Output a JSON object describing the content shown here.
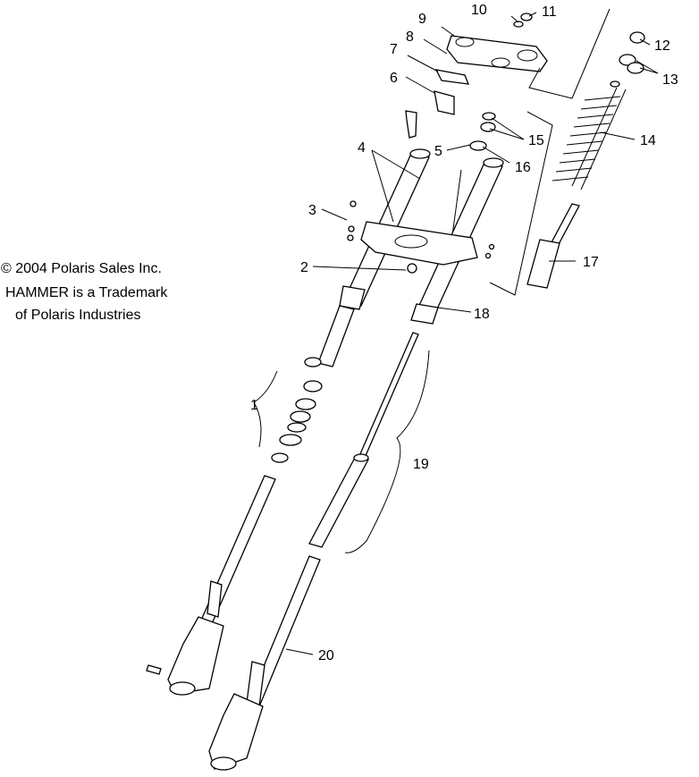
{
  "notice": {
    "line1": "© 2004 Polaris Sales Inc.",
    "line2": "HAMMER is a Trademark",
    "line3": "of Polaris Industries"
  },
  "callouts": [
    "1",
    "2",
    "3",
    "4",
    "5",
    "6",
    "7",
    "8",
    "9",
    "10",
    "11",
    "12",
    "13",
    "14",
    "15",
    "16",
    "17",
    "18",
    "19",
    "20"
  ]
}
